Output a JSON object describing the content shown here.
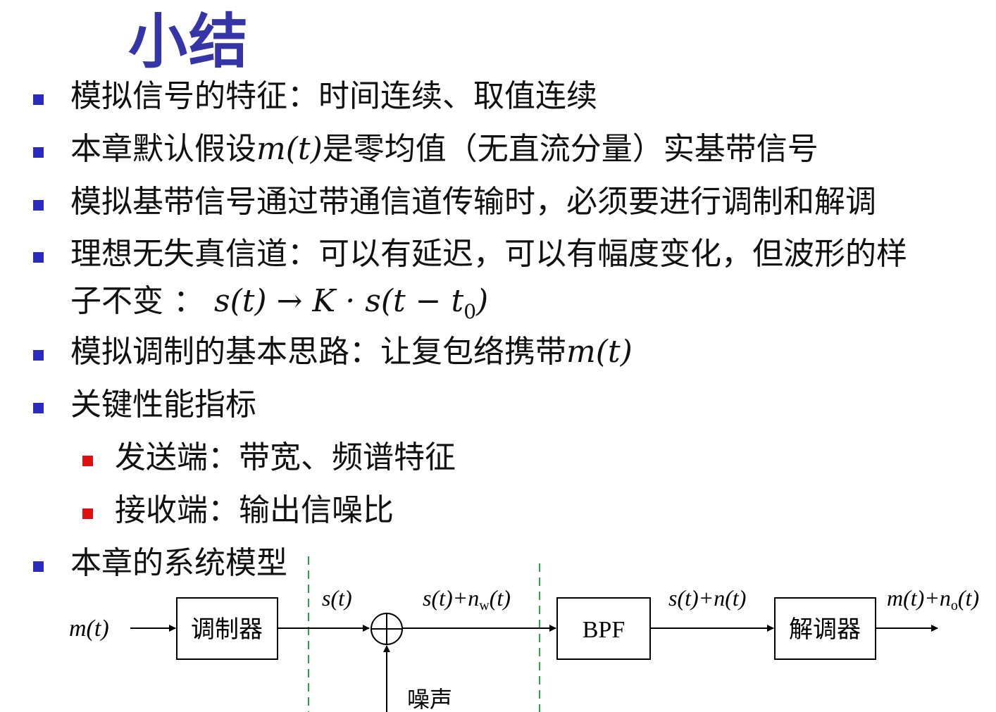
{
  "title": "小结",
  "bullets": [
    {
      "text": "模拟信号的特征：时间连续、取值连续"
    },
    {
      "pre": "本章默认假设",
      "math": "m(t)",
      "post": "是零均值（无直流分量）实基带信号"
    },
    {
      "text": "模拟基带信号通过带通信道传输时，必须要进行调制和解调"
    },
    {
      "text": "理想无失真信道：可以有延迟，可以有幅度变化，但波形的样",
      "cont": "子不变 ：",
      "formula_a": "s(t) → K · s(t − t",
      "formula_sub": "0",
      "formula_b": ")"
    },
    {
      "pre": "模拟调制的基本思路：让复包络携带",
      "math": "m(t)"
    },
    {
      "text": "关键性能指标",
      "subitems": [
        "发送端：带宽、频谱特征",
        "接收端：输出信噪比"
      ]
    },
    {
      "text": "本章的系统模型"
    }
  ],
  "diagram": {
    "input": "m(t)",
    "modulator": "调制器",
    "s_label": "s(t)",
    "sum_label_a": "s(t)+n",
    "sum_label_sub": "w",
    "sum_label_b": "(t)",
    "noise": "噪声",
    "bpf": "BPF",
    "bpf_out": "s(t)+n(t)",
    "demodulator": "解调器",
    "out_a": "m(t)+n",
    "out_sub": "o",
    "out_b": "(t)"
  },
  "colors": {
    "title": "#3535a8",
    "bullet": "#2a2ac0",
    "subbullet": "#e01010",
    "divider": "#22aa44"
  }
}
